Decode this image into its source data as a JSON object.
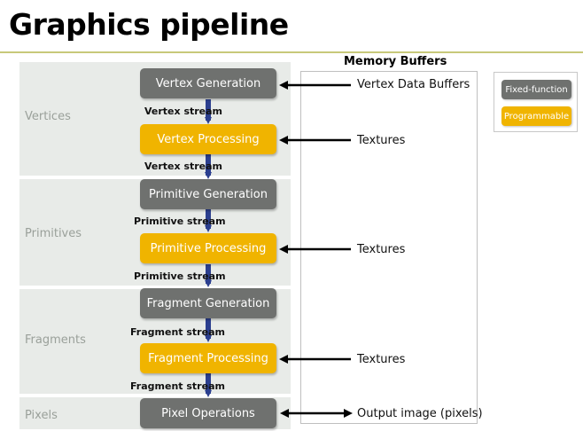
{
  "title": "Graphics pipeline",
  "memory": {
    "title": "Memory Buffers",
    "labels": [
      "Vertex Data Buffers",
      "Textures",
      "Textures",
      "Textures",
      "Output image (pixels)"
    ]
  },
  "legend": {
    "fixed": "Fixed-function",
    "programmable": "Programmable"
  },
  "bands": [
    "Vertices",
    "Primitives",
    "Fragments",
    "Pixels"
  ],
  "stages": [
    {
      "label": "Vertex Generation",
      "kind": "fixed-function"
    },
    {
      "label": "Vertex Processing",
      "kind": "programmable"
    },
    {
      "label": "Primitive Generation",
      "kind": "fixed-function"
    },
    {
      "label": "Primitive Processing",
      "kind": "programmable"
    },
    {
      "label": "Fragment Generation",
      "kind": "fixed-function"
    },
    {
      "label": "Fragment Processing",
      "kind": "programmable"
    },
    {
      "label": "Pixel Operations",
      "kind": "fixed-function"
    }
  ],
  "streams": [
    "Vertex stream",
    "Vertex stream",
    "Primitive stream",
    "Primitive stream",
    "Fragment stream",
    "Fragment stream"
  ],
  "colors": {
    "fixed": "#6f716f",
    "programmable": "#f0b400",
    "band": "#e8ebe8",
    "flow_arrow": "#2b3f8f"
  }
}
